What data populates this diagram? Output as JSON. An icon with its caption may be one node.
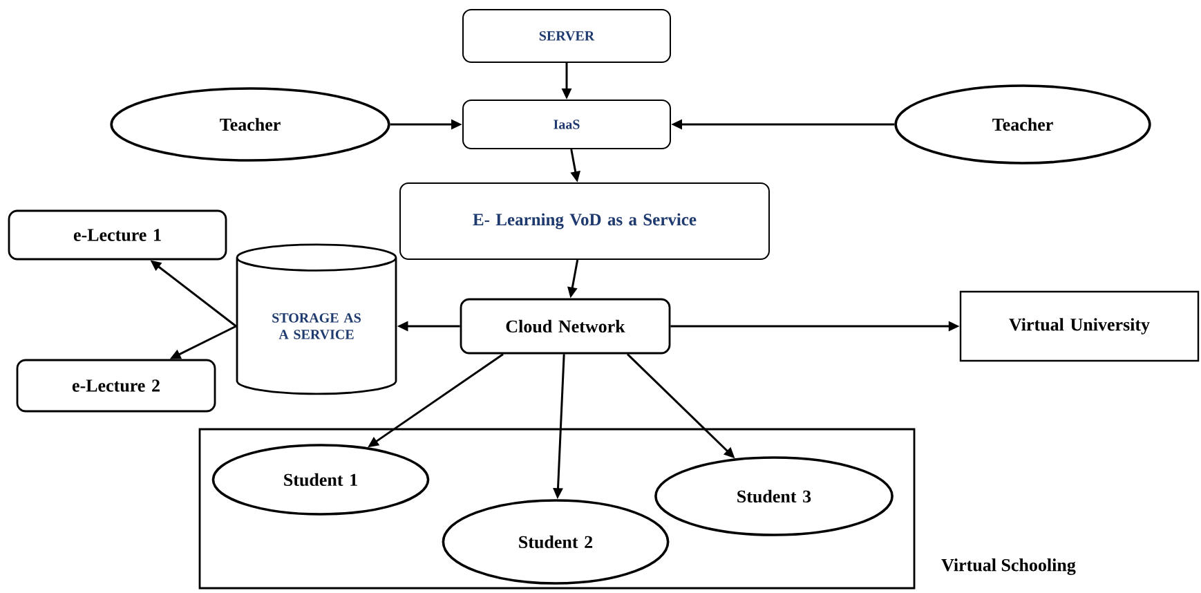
{
  "diagram": {
    "nodes": [
      {
        "text": [
          "SERVER"
        ]
      },
      {
        "text": [
          "Teacher"
        ]
      },
      {
        "text": [
          "IaaS"
        ]
      },
      {
        "text": [
          "Teacher"
        ]
      },
      {
        "text": [
          "E- Learning VoD as a Service"
        ]
      },
      {
        "text": [
          "e-Lecture 1"
        ]
      },
      {
        "text": [
          "STORAGE AS A SERVICE"
        ]
      },
      {
        "text": [
          "e-Lecture 2"
        ]
      },
      {
        "text": [
          "Cloud Network"
        ]
      },
      {
        "text": [
          "Virtual University"
        ]
      },
      {
        "text": [
          "Virtual Schooling"
        ]
      },
      {
        "text": [
          "Student 1"
        ],
        "in": 10
      },
      {
        "text": [
          "Student 2"
        ],
        "in": 10
      },
      {
        "text": [
          "Student 3"
        ],
        "in": 10
      }
    ],
    "edges": [
      {
        "from": 0,
        "to": 2,
        "arrow": "to"
      },
      {
        "from": 1,
        "to": 2,
        "arrow": "to"
      },
      {
        "from": 3,
        "to": 2,
        "arrow": "to"
      },
      {
        "from": 2,
        "to": 4,
        "arrow": "to"
      },
      {
        "from": 4,
        "to": 8,
        "arrow": "to"
      },
      {
        "from": 8,
        "to": 6,
        "arrow": "to"
      },
      {
        "from": 6,
        "to": 5,
        "arrow": "to"
      },
      {
        "from": 6,
        "to": 7,
        "arrow": "to"
      },
      {
        "from": 8,
        "to": 9,
        "arrow": "to"
      },
      {
        "from": 8,
        "to": 11,
        "arrow": "to"
      },
      {
        "from": 8,
        "to": 12,
        "arrow": "to"
      },
      {
        "from": 8,
        "to": 13,
        "arrow": "to"
      }
    ]
  }
}
